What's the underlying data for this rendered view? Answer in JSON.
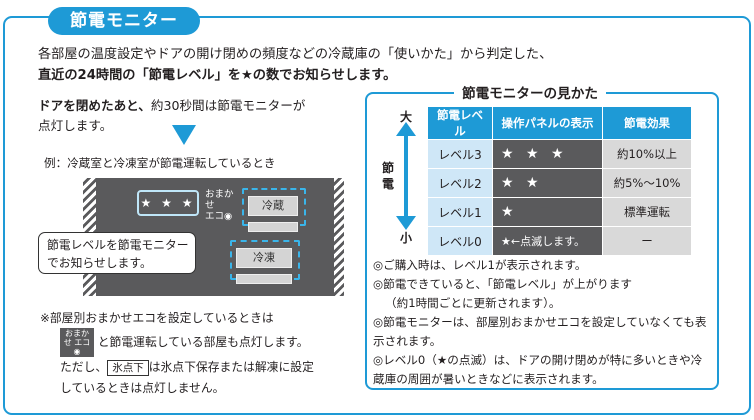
{
  "title": "節電モニター",
  "intro": {
    "line1": "各部屋の温度設定やドアの開け閉めの頻度などの冷蔵庫の「使いかた」から判定した、",
    "line2": "直近の24時間の「節電レベル」を★の数でお知らせします。"
  },
  "door": {
    "bold": "ドアを閉めたあと、",
    "rest": "約30秒間は節電モニターが",
    "line2": "点灯します。"
  },
  "example": "例：冷蔵室と冷凍室が節電運転しているとき",
  "panel": {
    "stars": "★ ★ ★",
    "eco_label_1": "おまかせ",
    "eco_label_2": "エコ◉",
    "fridge_btn": "冷蔵",
    "freezer_btn": "冷凍"
  },
  "callout": {
    "line1": "節電レベルを節電モニター",
    "line2": "でお知らせします。"
  },
  "note": {
    "line1": "※部屋別おまかせエコを設定しているときは",
    "badge": "おまかせ エコ◉",
    "line2": "と節電運転している部屋も点灯します。",
    "line3a": "ただし、",
    "frozen_badge": "氷点下",
    "line3b": "は氷点下保存または解凍に設定",
    "line4": "しているときは点灯しません。"
  },
  "guide": {
    "title": "節電モニターの見かた",
    "axis_top": "大",
    "axis_mid": "節電",
    "axis_bottom": "小",
    "headers": [
      "節電レベル",
      "操作パネルの表示",
      "節電効果"
    ],
    "rows": [
      {
        "level": "レベル3",
        "panel": "★ ★ ★",
        "effect": "約10%以上"
      },
      {
        "level": "レベル2",
        "panel": "★ ★",
        "effect": "約5%～10%"
      },
      {
        "level": "レベル1",
        "panel": "★",
        "effect": "標準運転"
      },
      {
        "level": "レベル0",
        "panel": "★←点滅します。",
        "effect": "ー"
      }
    ],
    "bullets": [
      "◎ご購入時は、レベル1が表示されます。",
      "◎節電できていると、「節電レベル」が上がります",
      "（約1時間ごとに更新されます）。",
      "◎節電モニターは、部屋別おまかせエコを設定していなくても表示されます。",
      "◎レベル0（★の点滅）は、ドアの開け閉めが特に多いときや冷蔵庫の周囲が暑いときなどに表示されます。"
    ]
  },
  "colors": {
    "accent": "#1e9ad6",
    "panel_gray": "#5a5a5c",
    "level_bg": "#cfe7f7"
  }
}
